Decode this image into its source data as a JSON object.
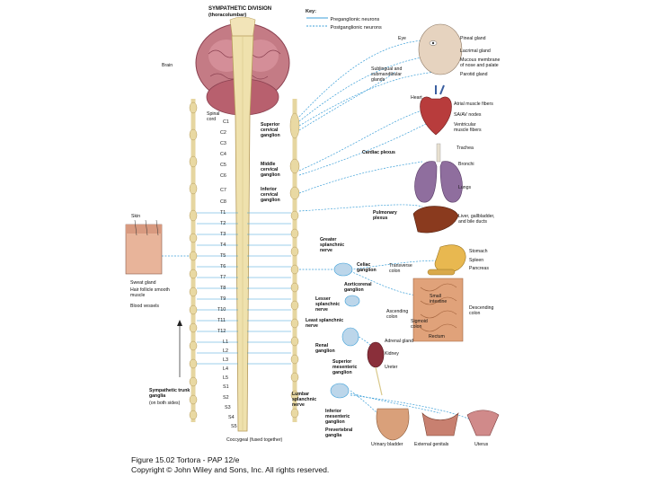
{
  "header": {
    "title": "SYMPATHETIC DIVISION",
    "subtitle": "(thoracolumbar)"
  },
  "key": {
    "title": "Key:",
    "preganglionic": "Preganglionic neurons",
    "postganglionic": "Postganglionic neurons"
  },
  "left_labels": {
    "brain": "Brain",
    "spinal_cord": "Spinal cord",
    "skin": "Skin",
    "sweat_gland": "Sweat gland",
    "hair_follicle": "Hair follicle smooth muscle",
    "blood_vessels": "Blood vessels",
    "sympathetic_trunk": "Sympathetic trunk ganglia",
    "both_sides": "(on both sides)",
    "coccygeal": "Coccygeal (fused together)"
  },
  "segments": [
    "C1",
    "C2",
    "C3",
    "C4",
    "C5",
    "C6",
    "C7",
    "C8",
    "T1",
    "T2",
    "T3",
    "T4",
    "T5",
    "T6",
    "T7",
    "T8",
    "T9",
    "T10",
    "T11",
    "T12",
    "L1",
    "L2",
    "L3",
    "L4",
    "L5",
    "S1",
    "S2",
    "S3",
    "S4",
    "S5"
  ],
  "ganglia_labels": {
    "superior_cervical": "Superior cervical ganglion",
    "middle_cervical": "Middle cervical ganglion",
    "inferior_cervical": "Inferior cervical ganglion",
    "cardiac_plexus": "Cardiac plexus",
    "pulmonary_plexus": "Pulmonary plexus",
    "greater_splanchnic": "Greater splanchnic nerve",
    "celiac_ganglion": "Celiac ganglion",
    "aorticorenal_ganglion": "Aorticorenal ganglion",
    "lesser_splanchnic": "Lesser splanchnic nerve",
    "least_splanchnic": "Least splanchnic nerve",
    "renal_ganglion": "Renal ganglion",
    "superior_mesenteric": "Superior mesenteric ganglion",
    "lumbar_splanchnic": "Lumbar splanchnic nerve",
    "inferior_mesenteric": "Inferior mesenteric ganglion",
    "prevertebral": "Prevertebral ganglia"
  },
  "organ_labels": {
    "eye": "Eye",
    "pineal": "Pineal gland",
    "lacrimal": "Lacrimal gland",
    "mucous": "Mucous membrane of nose and palate",
    "parotid": "Parotid gland",
    "sublingual": "Sublingual and submandibular glands",
    "heart": "Heart",
    "atrial": "Atrial muscle fibers",
    "sa_av": "SA/AV nodes",
    "ventricular": "Ventricular muscle fibers",
    "trachea": "Trachea",
    "bronchi": "Bronchi",
    "lungs": "Lungs",
    "liver": "Liver, gallbladder, and bile ducts",
    "stomach": "Stomach",
    "spleen": "Spleen",
    "pancreas": "Pancreas",
    "transverse_colon": "Transverse colon",
    "small_intestine": "Small intestine",
    "descending_colon": "Descending colon",
    "ascending_colon": "Ascending colon",
    "sigmoid_colon": "Sigmoid colon",
    "rectum": "Rectum",
    "adrenal": "Adrenal gland",
    "kidney": "Kidney",
    "ureter": "Ureter",
    "urinary_bladder": "Urinary bladder",
    "external_genitals": "External genitals",
    "uterus": "Uterus"
  },
  "caption": {
    "line1": "Figure 15.02  Tortora - PAP 12/e",
    "line2": "Copyright © John Wiley and Sons, Inc. All rights reserved."
  },
  "colors": {
    "nerve_blue": "#3b9fd8",
    "spinal_cord": "#e8d9a6",
    "brain_pink": "#c0707c",
    "organ_red": "#a33a3a",
    "lung_purple": "#8f6e9e",
    "liver_brown": "#8a3a1e"
  }
}
